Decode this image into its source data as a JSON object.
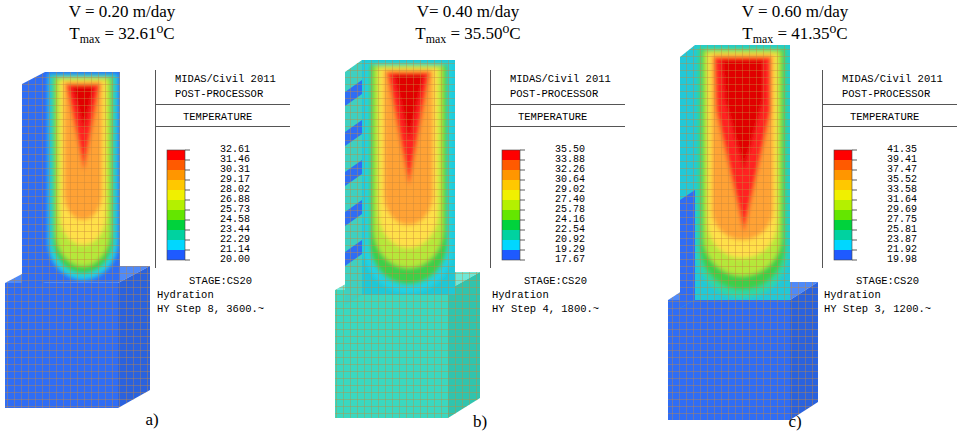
{
  "diagram": {
    "nodes": [
      {
        "text": [
          "MIDAS/Civil 2011",
          "POST-PROCESSOR",
          "TEMPERATURE",
          "32.61",
          "31.46",
          "30.31",
          "29.17",
          "28.02",
          "26.88",
          "25.73",
          "24.58",
          "23.44",
          "22.29",
          "21.14",
          "20.00",
          "STAGE:CS20",
          "Hydration",
          "HY Step 8, 3600.~"
        ]
      },
      {
        "text": [
          "MIDAS/Civil 2011",
          "POST-PROCESSOR",
          "TEMPERATURE",
          "35.50",
          "33.88",
          "32.26",
          "30.64",
          "29.02",
          "27.40",
          "25.78",
          "24.16",
          "22.54",
          "20.92",
          "19.29",
          "17.67",
          "STAGE:CS20",
          "Hydration",
          "HY Step 4, 1800.~"
        ]
      },
      {
        "text": [
          "MIDAS/Civil 2011",
          "POST-PROCESSOR",
          "TEMPERATURE",
          "41.35",
          "39.41",
          "37.47",
          "35.52",
          "33.58",
          "31.64",
          "29.69",
          "27.75",
          "25.81",
          "23.87",
          "21.92",
          "19.98",
          "STAGE:CS20",
          "Hydration",
          "HY Step 3, 1200.~"
        ]
      }
    ],
    "labels": [
      "V = 0.20 m/day",
      "Tmax = 32.61⁰C",
      "V= 0.40 m/day",
      "Tmax = 35.50⁰C",
      "V = 0.60 m/day",
      "Tmax = 41.35⁰C",
      "a)",
      "b)",
      "c)"
    ]
  }
}
